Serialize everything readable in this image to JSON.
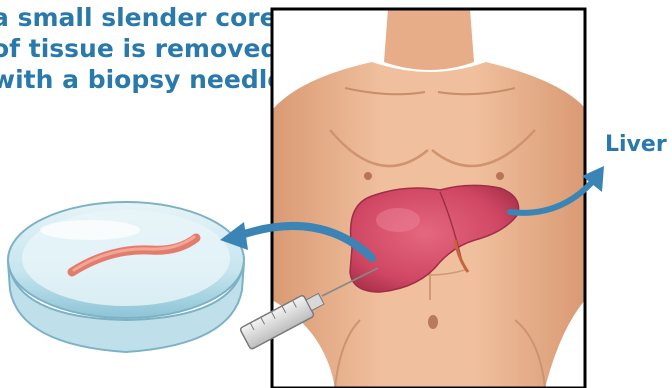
{
  "caption": {
    "lines": [
      "a small slender core",
      "of tissue is removed",
      "with a biopsy needle"
    ]
  },
  "labels": {
    "organ": "Liver"
  },
  "colors": {
    "text_accent": "#2a79ab",
    "arrow": "#3b84b6",
    "skin": "#eab08c",
    "liver": "#d24a67",
    "frame": "#000000",
    "dish": "#a8d3e3",
    "tissue_core": "#e98070"
  }
}
